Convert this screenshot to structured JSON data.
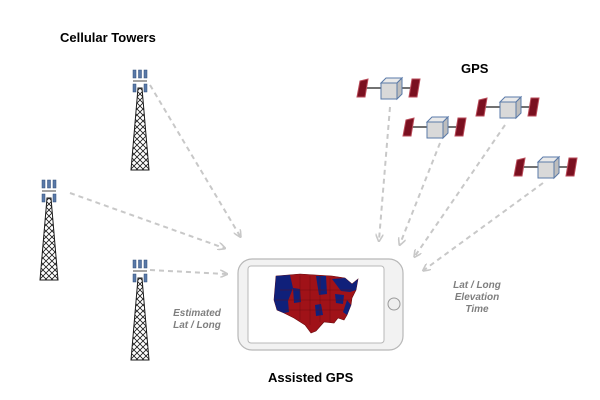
{
  "labels": {
    "towers_title": "Cellular Towers",
    "gps_title": "GPS",
    "assisted_title": "Assisted GPS"
  },
  "notes": {
    "estimated": [
      "Estimated",
      "Lat / Long"
    ],
    "gps_info": [
      "Lat / Long",
      "Elevation",
      "Time"
    ]
  },
  "colors": {
    "arrow": "#c8c8c8",
    "tower": "#1a1a1a",
    "antenna": "#5a7aa8",
    "sat_body": "#d9d9d9",
    "sat_panel": "#7a1020",
    "map_red": "#a01218",
    "map_blue": "#10207a",
    "phone_frame": "#f2f2f2"
  },
  "icons": {
    "tower": "cell-tower-icon",
    "satellite": "satellite-icon",
    "phone": "smartphone-icon",
    "map": "usa-map-icon"
  }
}
